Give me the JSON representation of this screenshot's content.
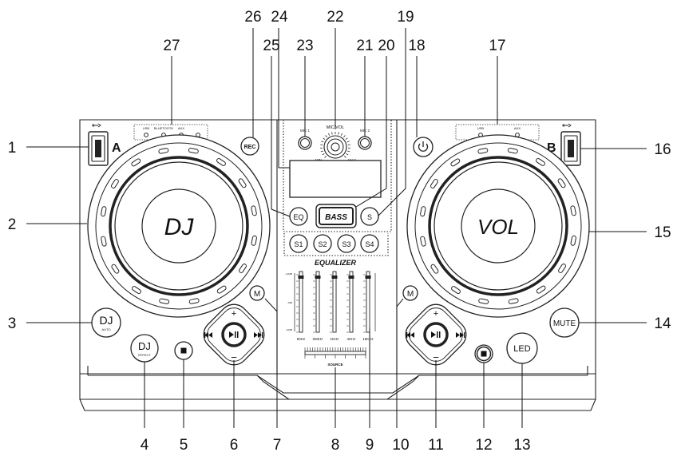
{
  "callouts": {
    "n1": "1",
    "n2": "2",
    "n3": "3",
    "n4": "4",
    "n5": "5",
    "n6": "6",
    "n7": "7",
    "n8": "8",
    "n9": "9",
    "n10": "10",
    "n11": "11",
    "n12": "12",
    "n13": "13",
    "n14": "14",
    "n15": "15",
    "n16": "16",
    "n17": "17",
    "n18": "18",
    "n19": "19",
    "n20": "20",
    "n21": "21",
    "n22": "22",
    "n23": "23",
    "n24": "24",
    "n25": "25",
    "n26": "26",
    "n27": "27"
  },
  "deck_a": {
    "label": "A",
    "jog": "DJ"
  },
  "deck_b": {
    "label": "B",
    "jog": "VOL"
  },
  "indicators_left": {
    "usb": "USB",
    "bluetooth": "BLUETOOTH",
    "aux": "AUX"
  },
  "indicators_right": {
    "usb": "USB",
    "aux": "AUX"
  },
  "buttons": {
    "rec": "REC",
    "eq": "EQ",
    "bass": "BASS",
    "s": "S",
    "s1": "S1",
    "s2": "S2",
    "s3": "S3",
    "s4": "S4",
    "m_left": "M",
    "m_right": "M",
    "dj_auto_main": "DJ",
    "dj_auto_sub": "AUTO",
    "dj_effect_main": "DJ",
    "dj_effect_sub": "EFFECT",
    "mute": "MUTE",
    "led": "LED",
    "plus": "+",
    "minus": "−"
  },
  "mic": {
    "mic1": "MIC 1",
    "mic2": "MIC 2",
    "mic_vol": "MIC.VOL",
    "min": "MIN",
    "max": "MAX"
  },
  "equalizer": {
    "title": "EQUALIZER",
    "bands": [
      "60Hz",
      "250Hz",
      "1KHz",
      "4KHz",
      "16KHz"
    ],
    "scale_top": "+10dB",
    "scale_mid": "0dB",
    "scale_bot": "-10dB"
  },
  "source_label": "SOURCE",
  "icons": {
    "power": "power-icon",
    "usb": "usb-icon",
    "play_pause": "play-pause-icon",
    "prev": "previous-track-icon",
    "next": "next-track-icon",
    "stop": "stop-icon"
  }
}
